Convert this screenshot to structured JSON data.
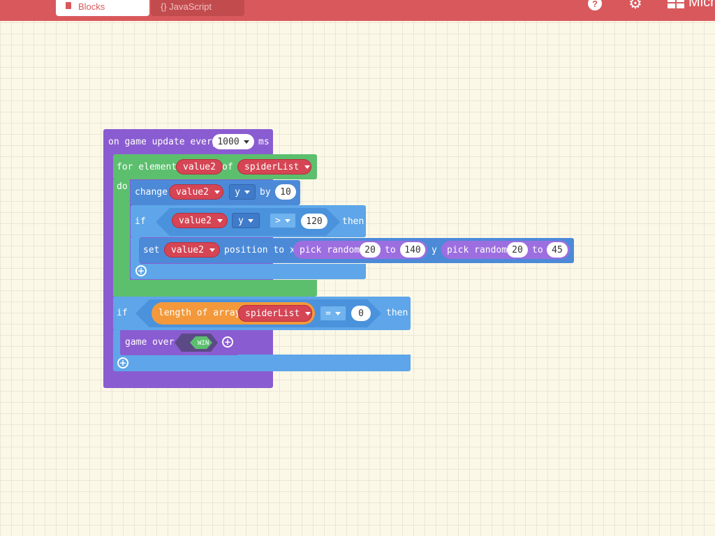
{
  "header": {
    "tabs": [
      {
        "label": "Blocks",
        "icon": "blocks-icon"
      },
      {
        "label": "{} JavaScript"
      }
    ],
    "help_symbol": "?",
    "gear_symbol": "⚙",
    "brand_text": "Micr"
  },
  "workspace": {
    "on_game_update": {
      "label": "on game update every",
      "interval": "1000",
      "unit": "ms"
    },
    "for_element": {
      "label": "for element",
      "variable": "value2",
      "of_label": "of",
      "list": "spiderList",
      "do_label": "do"
    },
    "change": {
      "label": "change",
      "variable": "value2",
      "property": "y",
      "by_label": "by",
      "amount": "10"
    },
    "if1": {
      "label": "if",
      "variable": "value2",
      "property": "y",
      "operator": ">",
      "value": "120",
      "then_label": "then"
    },
    "set": {
      "label": "set",
      "variable": "value2",
      "position_label": "position to x",
      "x_random": {
        "label": "pick random",
        "from": "20",
        "to_label": "to",
        "to": "140"
      },
      "y_label": "y",
      "y_random": {
        "label": "pick random",
        "from": "20",
        "to_label": "to",
        "to": "45"
      }
    },
    "if2": {
      "label": "if",
      "length_label": "length of array",
      "list": "spiderList",
      "operator": "=",
      "value": "0",
      "then_label": "then"
    },
    "game_over": {
      "label": "game over",
      "result": "WIN"
    }
  },
  "colors": {
    "header": "#d9585b",
    "loops": "#5cbf6e",
    "logic": "#5ea6e9",
    "sprites": "#4c8ad8",
    "game": "#8a5cd1",
    "variables": "#d64554",
    "arrays": "#f3993b"
  }
}
